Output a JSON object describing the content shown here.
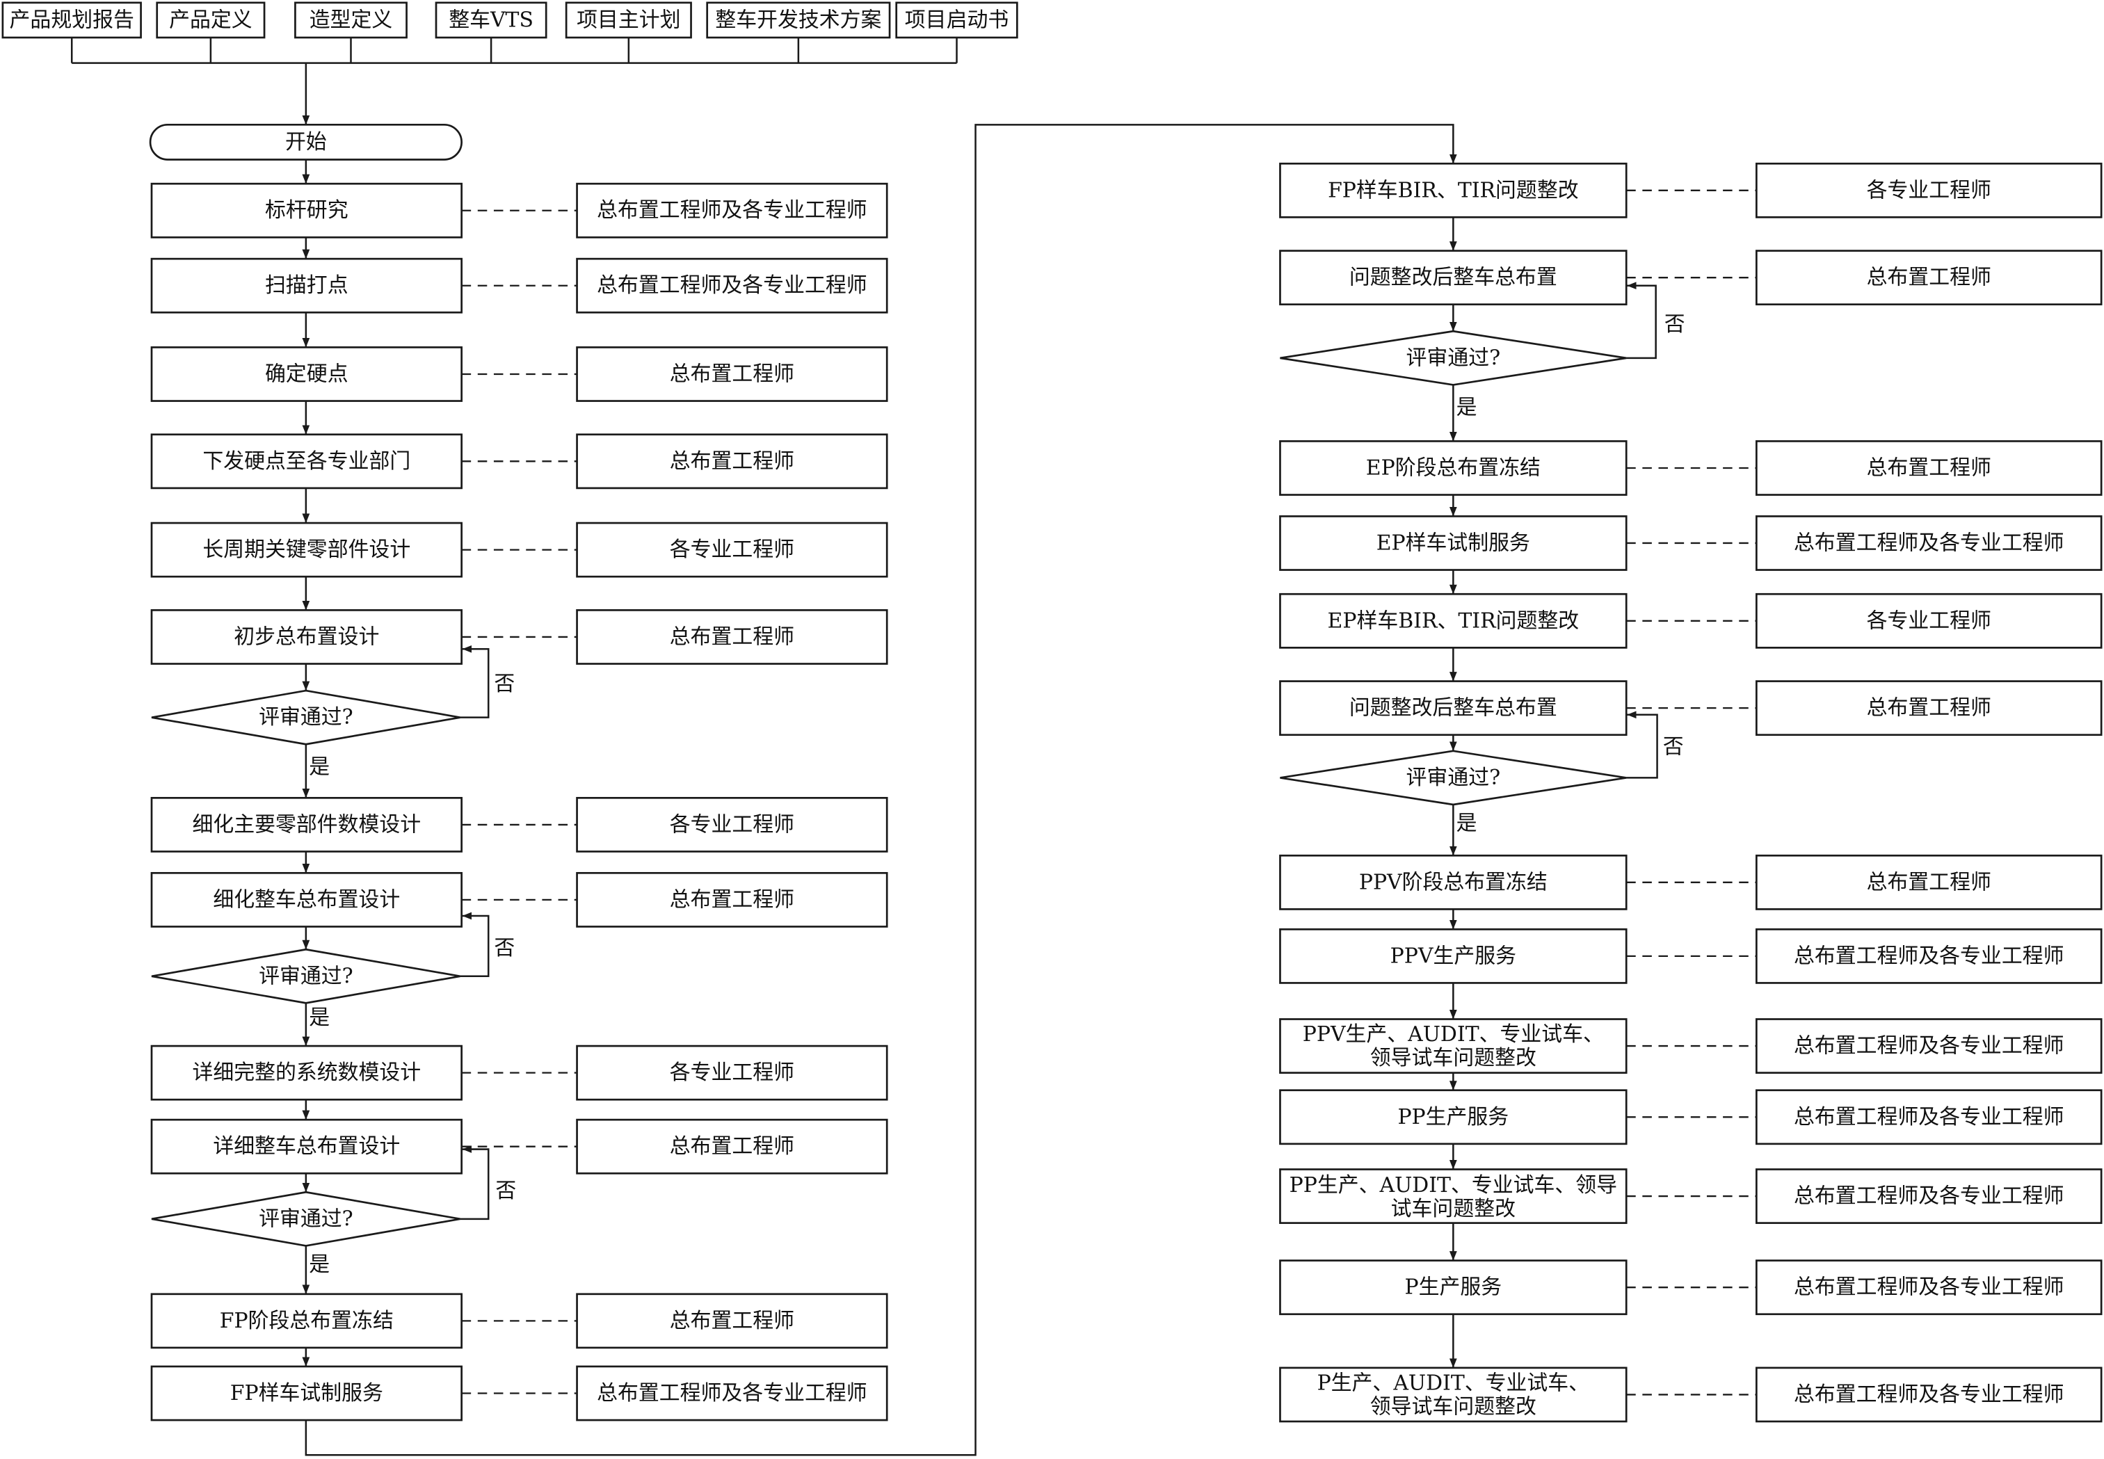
{
  "inputs": [
    "产品规划报告",
    "产品定义",
    "造型定义",
    "整车VTS",
    "项目主计划",
    "整车开发技术方案",
    "项目启动书"
  ],
  "start": "开始",
  "left_steps": [
    {
      "task": "标杆研究",
      "owner": "总布置工程师及各专业工程师"
    },
    {
      "task": "扫描打点",
      "owner": "总布置工程师及各专业工程师"
    },
    {
      "task": "确定硬点",
      "owner": "总布置工程师"
    },
    {
      "task": "下发硬点至各专业部门",
      "owner": "总布置工程师"
    },
    {
      "task": "长周期关键零部件设计",
      "owner": "各专业工程师"
    },
    {
      "task": "初步总布置设计",
      "owner": "总布置工程师"
    },
    {
      "task": "细化主要零部件数模设计",
      "owner": "各专业工程师"
    },
    {
      "task": "细化整车总布置设计",
      "owner": "总布置工程师"
    },
    {
      "task": "详细完整的系统数模设计",
      "owner": "各专业工程师"
    },
    {
      "task": "详细整车总布置设计",
      "owner": "总布置工程师"
    },
    {
      "task": "FP阶段总布置冻结",
      "owner": "总布置工程师"
    },
    {
      "task": "FP样车试制服务",
      "owner": "总布置工程师及各专业工程师"
    }
  ],
  "right_steps": [
    {
      "task": "FP样车BIR、TIR问题整改",
      "owner": "各专业工程师"
    },
    {
      "task": "问题整改后整车总布置",
      "owner": "总布置工程师"
    },
    {
      "task": "EP阶段总布置冻结",
      "owner": "总布置工程师"
    },
    {
      "task": "EP样车试制服务",
      "owner": "总布置工程师及各专业工程师"
    },
    {
      "task": "EP样车BIR、TIR问题整改",
      "owner": "各专业工程师"
    },
    {
      "task": "问题整改后整车总布置",
      "owner": "总布置工程师"
    },
    {
      "task": "PPV阶段总布置冻结",
      "owner": "总布置工程师"
    },
    {
      "task": "PPV生产服务",
      "owner": "总布置工程师及各专业工程师"
    },
    {
      "task": [
        "PPV生产、AUDIT、专业试车、",
        "领导试车问题整改"
      ],
      "owner": "总布置工程师及各专业工程师"
    },
    {
      "task": "PP生产服务",
      "owner": "总布置工程师及各专业工程师"
    },
    {
      "task": [
        "PP生产、AUDIT、专业试车、领导",
        "试车问题整改"
      ],
      "owner": "总布置工程师及各专业工程师"
    },
    {
      "task": "P生产服务",
      "owner": "总布置工程师及各专业工程师"
    },
    {
      "task": [
        "P生产、AUDIT、专业试车、",
        "领导试车问题整改"
      ],
      "owner": "总布置工程师及各专业工程师"
    }
  ],
  "decisions": [
    {
      "question": "评审通过?",
      "yes": "是",
      "no": "否"
    },
    {
      "question": "评审通过?",
      "yes": "是",
      "no": "否"
    },
    {
      "question": "评审通过?",
      "yes": "是",
      "no": "否"
    },
    {
      "question": "评审通过?",
      "yes": "是",
      "no": "否"
    },
    {
      "question": "评审通过?",
      "yes": "是",
      "no": "否"
    }
  ]
}
